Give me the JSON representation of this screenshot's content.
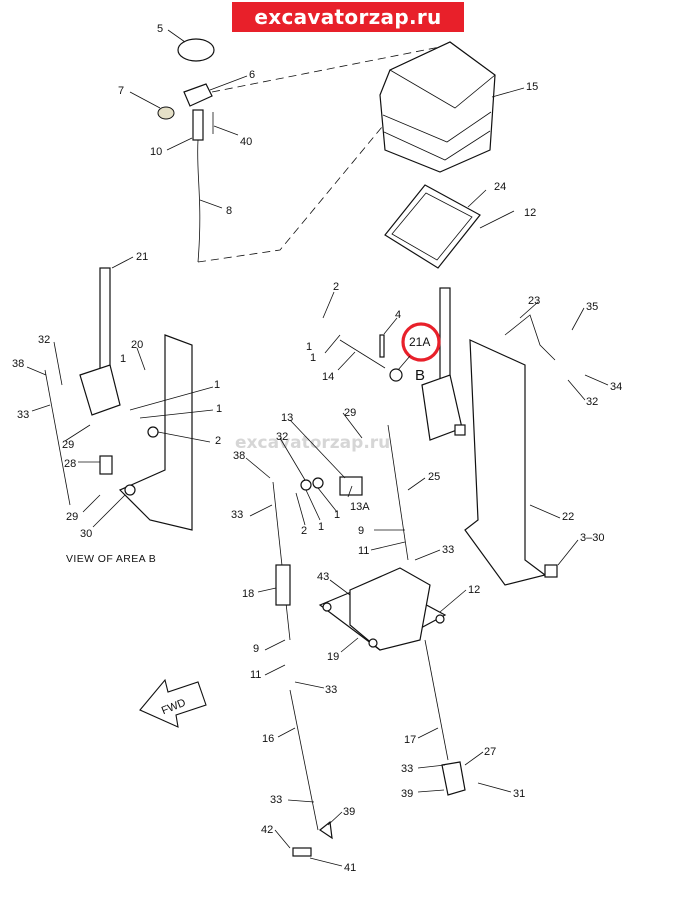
{
  "banner": "excavatorzap.ru",
  "watermark": "excavatorzap.ru",
  "highlight": {
    "label": "21A",
    "color": "#e8202a"
  },
  "area_letter": "B",
  "caption": "VIEW OF AREA  B",
  "fwd_label": "FWD",
  "callouts": {
    "c5": "5",
    "c6": "6",
    "c7": "7",
    "c40": "40",
    "c10": "10",
    "c8": "8",
    "c15": "15",
    "c24": "24",
    "c12a": "12",
    "c21": "21",
    "c32a": "32",
    "c38a": "38",
    "c33a": "33",
    "c20": "20",
    "c1a": "1",
    "c1b": "1",
    "c1c": "1",
    "c2a": "2",
    "c29a": "29",
    "c28": "28",
    "c29b": "29",
    "c30": "30",
    "c2b": "2",
    "c1d": "1",
    "c1e": "1",
    "c14": "14",
    "c4": "4",
    "c23": "23",
    "c35": "35",
    "c34": "34",
    "c32b": "32",
    "c13": "13",
    "c29c": "29",
    "c32c": "32",
    "c38b": "38",
    "c33b": "33",
    "c2c": "2",
    "c1f": "1",
    "c1g": "1",
    "c13a": "13A",
    "c25": "25",
    "c9a": "9",
    "c11a": "11",
    "c33c": "33",
    "c22": "22",
    "c3_30": "3–30",
    "c18": "18",
    "c43": "43",
    "c12b": "12",
    "c19": "19",
    "c9b": "9",
    "c11b": "11",
    "c33d": "33",
    "c16": "16",
    "c17": "17",
    "c27": "27",
    "c33e": "33",
    "c39a": "39",
    "c31": "31",
    "c33f": "33",
    "c39b": "39",
    "c42": "42",
    "c41": "41"
  }
}
